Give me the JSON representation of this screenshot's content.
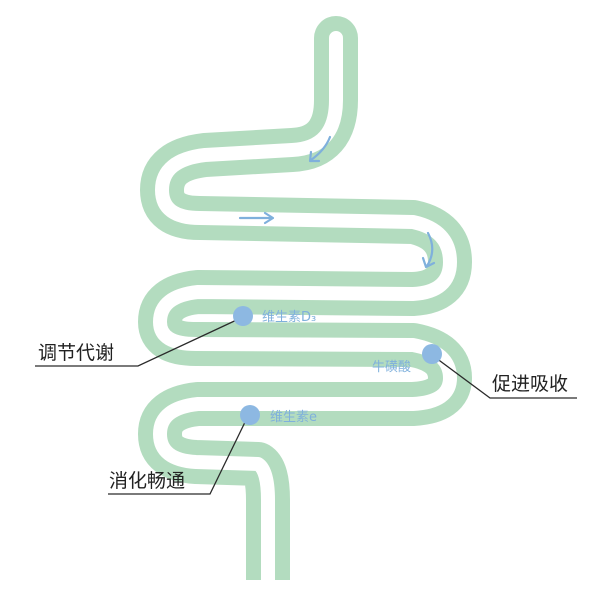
{
  "colors": {
    "intestine": "#b3dcbf",
    "dot": "#8db8e2",
    "arrow": "#7fb0dc",
    "line": "#2a2a2a",
    "text": "#222222",
    "nutrient_text": "#7fb0dc"
  },
  "nutrients": [
    {
      "label": "维生素D₃"
    },
    {
      "label": "牛磺酸"
    },
    {
      "label": "维生素e"
    }
  ],
  "callouts": [
    {
      "label": "调节代谢"
    },
    {
      "label": "促进吸收"
    },
    {
      "label": "消化畅通"
    }
  ],
  "flow_arrows": [
    "curved-arrow-icon",
    "right-arrow-icon",
    "curved-arrow-icon"
  ]
}
